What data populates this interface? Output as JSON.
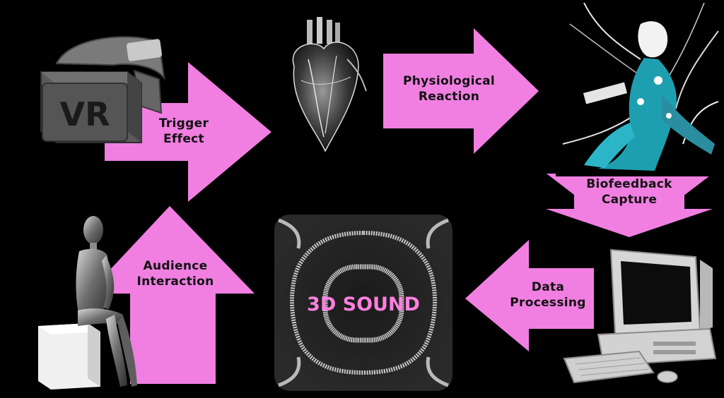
{
  "colors": {
    "background": "#000000",
    "arrow": "#f07fe1",
    "arrow_text": "#111111",
    "sound_text": "#ff7fe0"
  },
  "nodes": {
    "vr_headset": {
      "icon": "vr-headset-icon",
      "label": "VR"
    },
    "heart": {
      "icon": "glass-heart-icon"
    },
    "biofeedback_figure": {
      "icon": "wired-figure-icon"
    },
    "computer": {
      "icon": "retro-computer-icon"
    },
    "sound_tile": {
      "icon": "sound-wave-icon",
      "label": "3D SOUND"
    },
    "mannequin": {
      "icon": "mannequin-icon"
    }
  },
  "arrows": {
    "trigger": {
      "line1": "Trigger",
      "line2": "Effect"
    },
    "physiological": {
      "line1": "Physiological",
      "line2": "Reaction"
    },
    "biofeedback": {
      "line1": "Biofeedback",
      "line2": "Capture"
    },
    "data_processing": {
      "line1": "Data",
      "line2": "Processing"
    },
    "audience": {
      "line1": "Audience",
      "line2": "Interaction"
    }
  }
}
